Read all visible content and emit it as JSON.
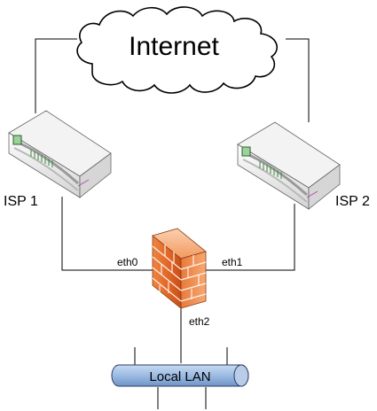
{
  "nodes": {
    "internet": {
      "label": "Internet"
    },
    "isp1": {
      "label": "ISP 1"
    },
    "isp2": {
      "label": "ISP 2"
    },
    "firewall": {
      "label": ""
    },
    "lan": {
      "label": "Local LAN"
    }
  },
  "links": {
    "eth0": "eth0",
    "eth1": "eth1",
    "eth2": "eth2"
  },
  "colors": {
    "line": "#000000",
    "cloud_fill": "#ffffff",
    "modem_top": "#f2f2f2",
    "modem_side": "#d9d9d9",
    "firewall_front": "#e8682a",
    "lan_fill": "#a9c4e6"
  }
}
